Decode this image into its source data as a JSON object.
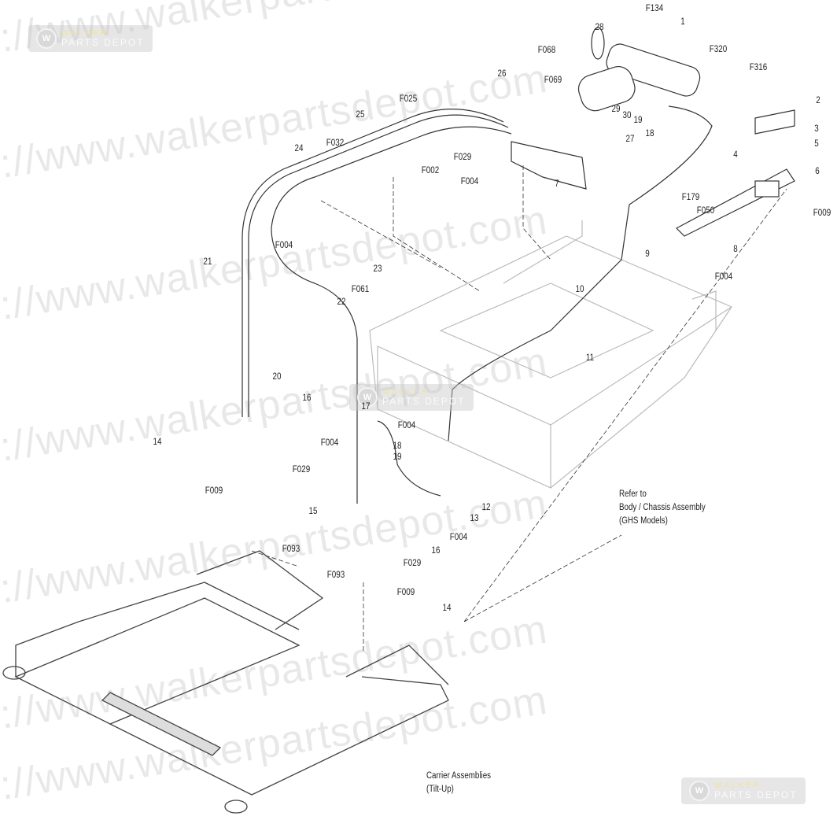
{
  "watermark": {
    "url_text": "https://www.walkerpartsdepot.com",
    "logo_line1": "WALKER",
    "logo_line2": "PARTS DEPOT",
    "logo_icon": "walker-w-logo-icon"
  },
  "labels": [
    "F134",
    "1",
    "28",
    "F320",
    "F068",
    "F316",
    "2",
    "26",
    "F069",
    "29",
    "30",
    "19",
    "18",
    "27",
    "3",
    "5",
    "F025",
    "25",
    "F029",
    "4",
    "6",
    "F032",
    "24",
    "F002",
    "F004",
    "7",
    "F179",
    "F050",
    "F009",
    "8",
    "9",
    "F004",
    "21",
    "F004",
    "23",
    "F061",
    "10",
    "22",
    "11",
    "20",
    "16",
    "F004",
    "17",
    "F004",
    "18",
    "19",
    "14",
    "F029",
    "12",
    "13",
    "F009",
    "15",
    "F004",
    "F093",
    "16",
    "F029",
    "F093",
    "F009",
    "14"
  ],
  "notes": {
    "chassis": [
      "Refer to",
      "Body / Chassis Assembly",
      "(GHS Models)"
    ],
    "carrier": [
      "Carrier Assemblies",
      "(Tilt-Up)"
    ]
  }
}
